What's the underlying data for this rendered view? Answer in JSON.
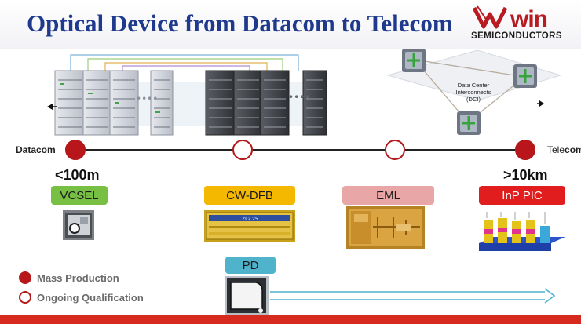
{
  "header": {
    "title": "Optical Device from Datacom to Telecom",
    "logo_word": "win",
    "logo_sub": "SEMICONDUCTORS"
  },
  "axis": {
    "left_label": "Datacom",
    "right_label_pre": "Tele",
    "right_label_bold": "com",
    "left_distance": "<100m",
    "right_distance": ">10km"
  },
  "dci": {
    "line1": "Data Center",
    "line2": "Interconnects",
    "line3": "(DCI)"
  },
  "devices": [
    {
      "label": "VCSEL",
      "status": "mass-production",
      "color": "#77c043"
    },
    {
      "label": "CW-DFB",
      "status": "ongoing-qualification",
      "color": "#f5b800"
    },
    {
      "label": "EML",
      "status": "ongoing-qualification",
      "color": "#e8a6a6"
    },
    {
      "label": "InP PIC",
      "status": "mass-production",
      "color": "#e21d1d"
    }
  ],
  "pd": {
    "label": "PD",
    "color": "#4fb3cc"
  },
  "chip_text": {
    "cwdfb_marking": "ZL2 25"
  },
  "legend": {
    "mass": "Mass Production",
    "ongoing": "Ongoing Qualification"
  }
}
